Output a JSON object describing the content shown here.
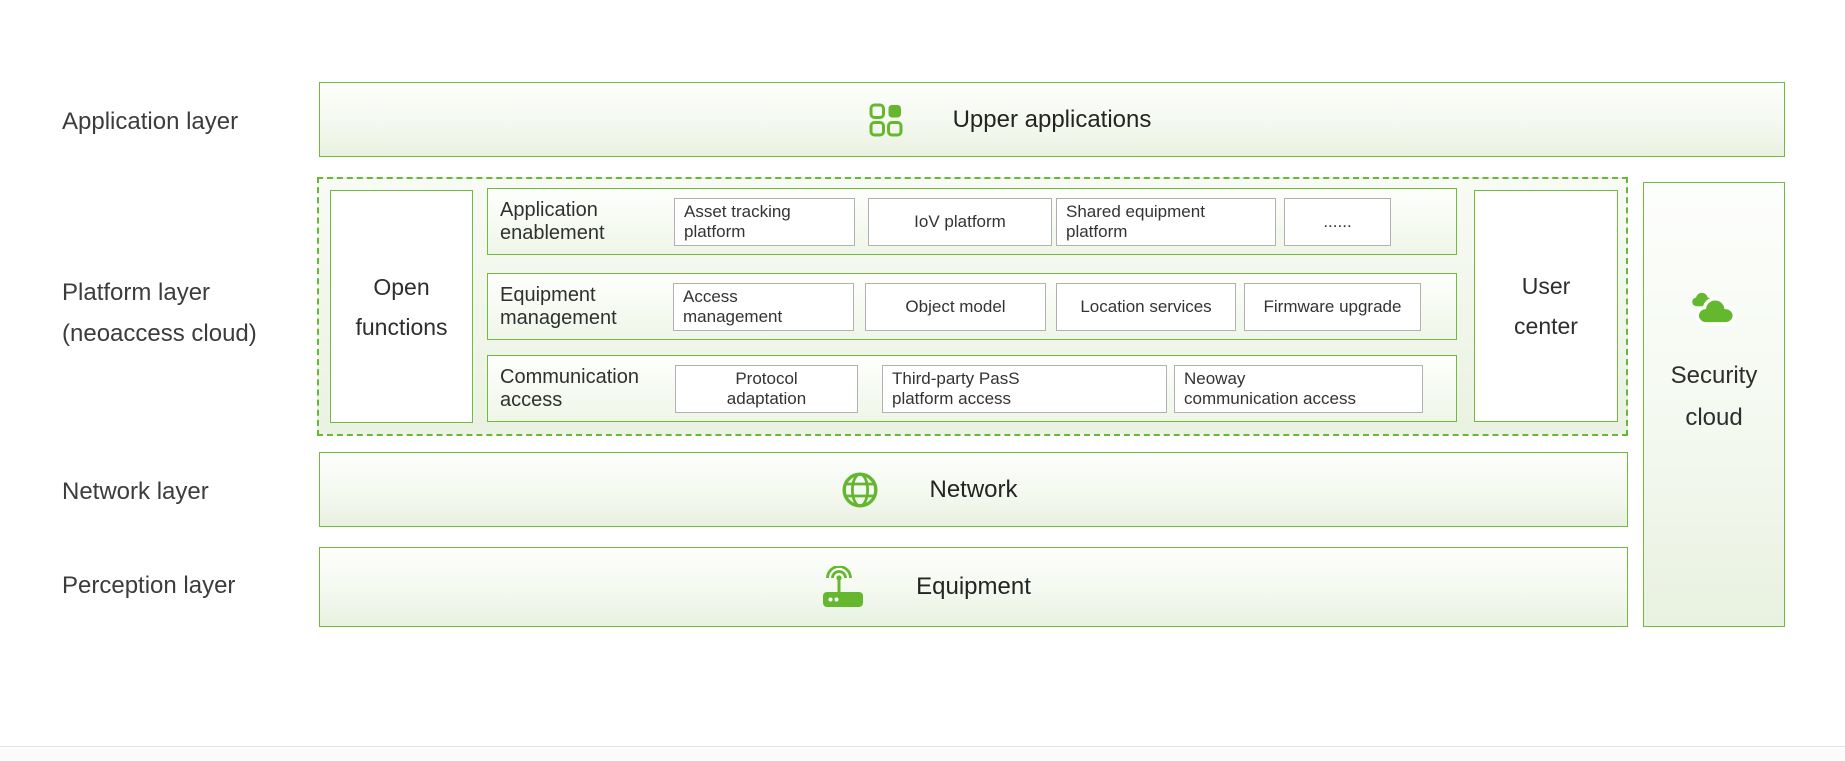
{
  "palette": {
    "green": "#66b72e",
    "green_border": "#70ba3e",
    "gray_border": "#b1b1b1",
    "text_dark": "#333333"
  },
  "left_labels": {
    "application": "Application layer",
    "platform_l1": "Platform layer",
    "platform_l2": "(neoaccess cloud)",
    "network": "Network layer",
    "perception": "Perception layer"
  },
  "application_box": {
    "title": "Upper applications",
    "icon": "apps-grid-icon"
  },
  "platform_box": {
    "open_functions_l1": "Open",
    "open_functions_l2": "functions",
    "user_center_l1": "User",
    "user_center_l2": "center",
    "rows": [
      {
        "label_l1": "Application",
        "label_l2": "enablement",
        "items": [
          {
            "l1": "Asset tracking",
            "l2": "platform"
          },
          {
            "l1": "IoV platform"
          },
          {
            "l1": "Shared equipment",
            "l2": "platform"
          },
          {
            "l1": "......"
          }
        ]
      },
      {
        "label_l1": "Equipment",
        "label_l2": "management",
        "items": [
          {
            "l1": "Access",
            "l2": "management"
          },
          {
            "l1": "Object model"
          },
          {
            "l1": "Location services"
          },
          {
            "l1": "Firmware upgrade"
          }
        ]
      },
      {
        "label_l1": "Communication",
        "label_l2": "access",
        "items": [
          {
            "l1": "Protocol",
            "l2": "adaptation"
          },
          {
            "l1": "Third-party PasS",
            "l2": "platform access"
          },
          {
            "l1": "Neoway",
            "l2": "communication access"
          }
        ]
      }
    ]
  },
  "network_box": {
    "title": "Network",
    "icon": "globe-icon"
  },
  "perception_box": {
    "title": "Equipment",
    "icon": "router-icon"
  },
  "security_box": {
    "l1": "Security",
    "l2": "cloud",
    "icon": "security-cloud-icon"
  }
}
